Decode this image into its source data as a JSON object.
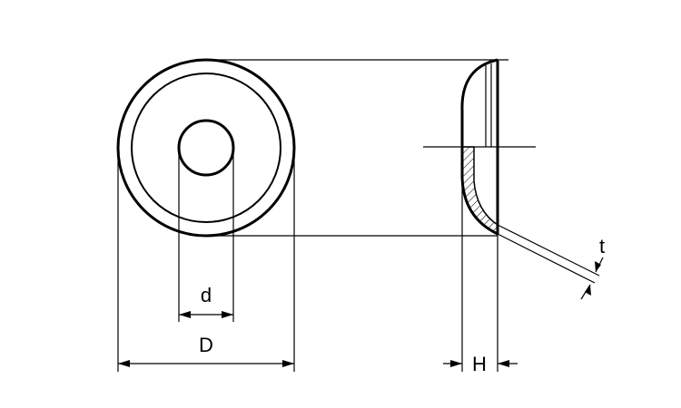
{
  "labels": {
    "outer_diameter": "D",
    "hole_diameter": "d",
    "height": "H",
    "thickness": "t"
  },
  "colors": {
    "line": "#000000",
    "background": "#ffffff"
  }
}
